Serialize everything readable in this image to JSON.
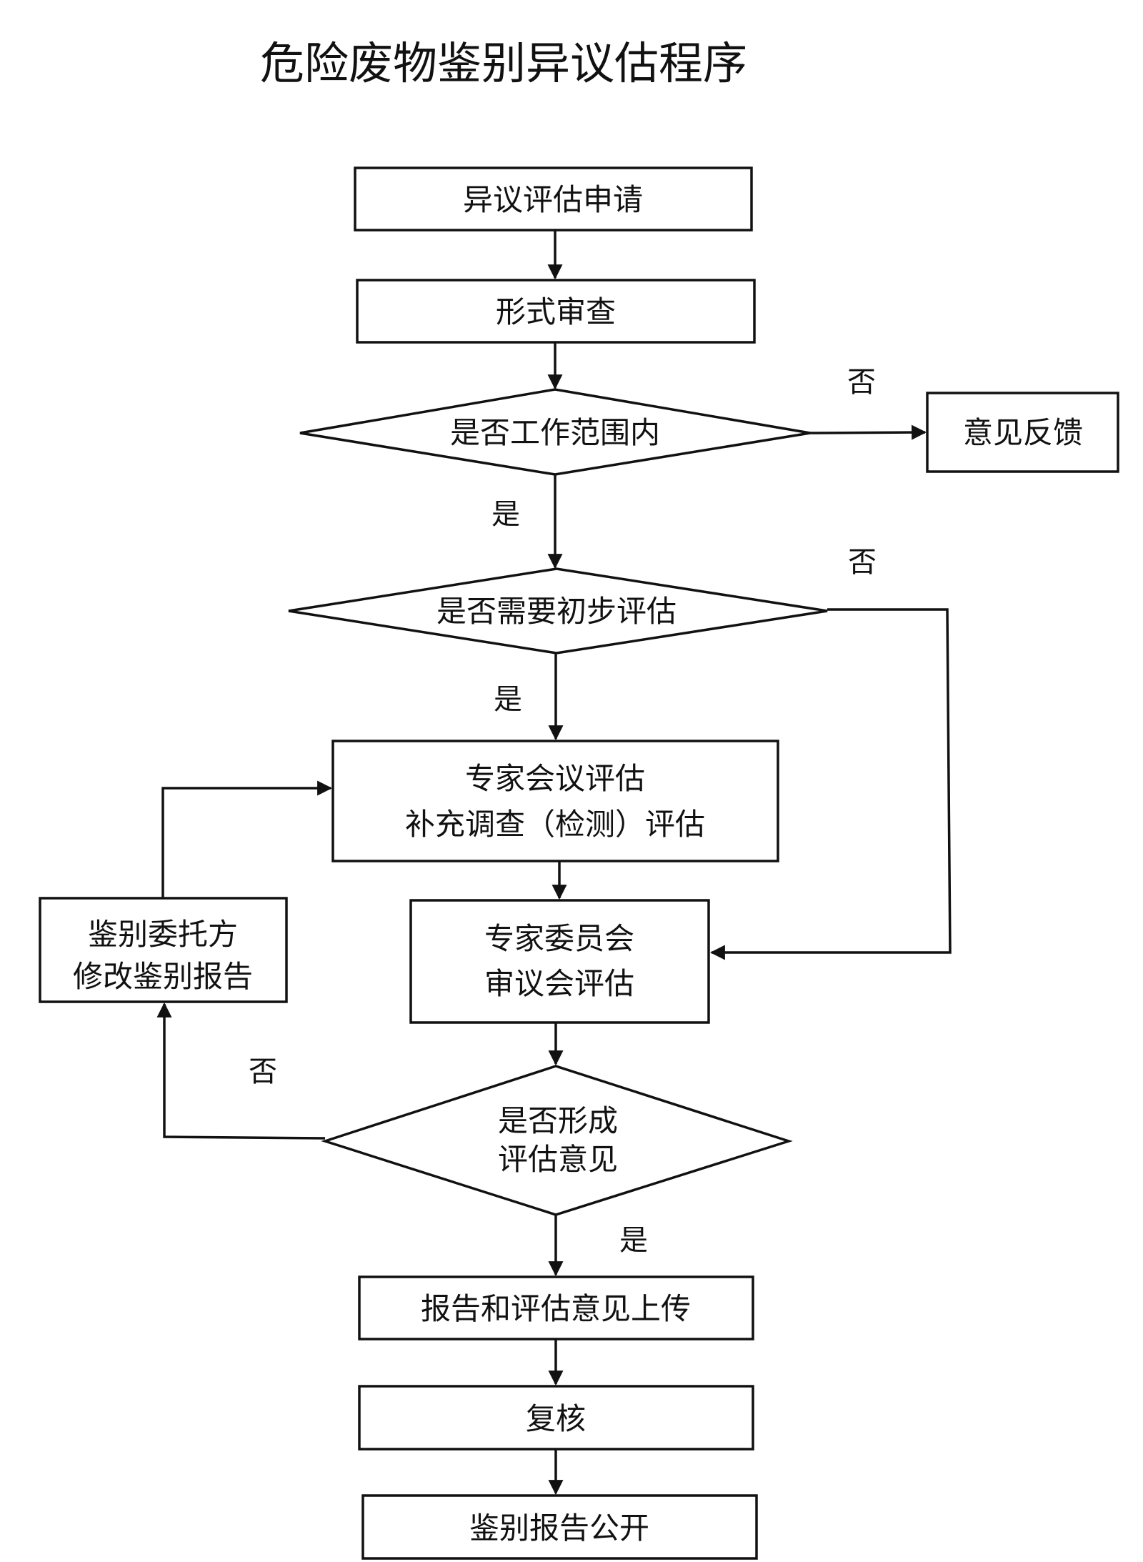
{
  "title": "危险废物鉴别异议估程序",
  "nodes": {
    "apply": "异议评估申请",
    "formal_review": "形式审查",
    "in_scope": "是否工作范围内",
    "feedback": "意见反馈",
    "need_prelim": "是否需要初步评估",
    "expert_meeting": [
      "专家会议评估",
      "补充调查（检测）评估"
    ],
    "committee": [
      "专家委员会",
      "审议会评估"
    ],
    "client_revise": [
      "鉴别委托方",
      "修改鉴别报告"
    ],
    "opinion_formed": [
      "是否形成",
      "评估意见"
    ],
    "upload": "报告和评估意见上传",
    "recheck": "复核",
    "publish": "鉴别报告公开"
  },
  "edge_labels": {
    "scope_no": "否",
    "scope_yes": "是",
    "prelim_no": "否",
    "prelim_yes": "是",
    "opinion_no": "否",
    "opinion_yes": "是"
  }
}
